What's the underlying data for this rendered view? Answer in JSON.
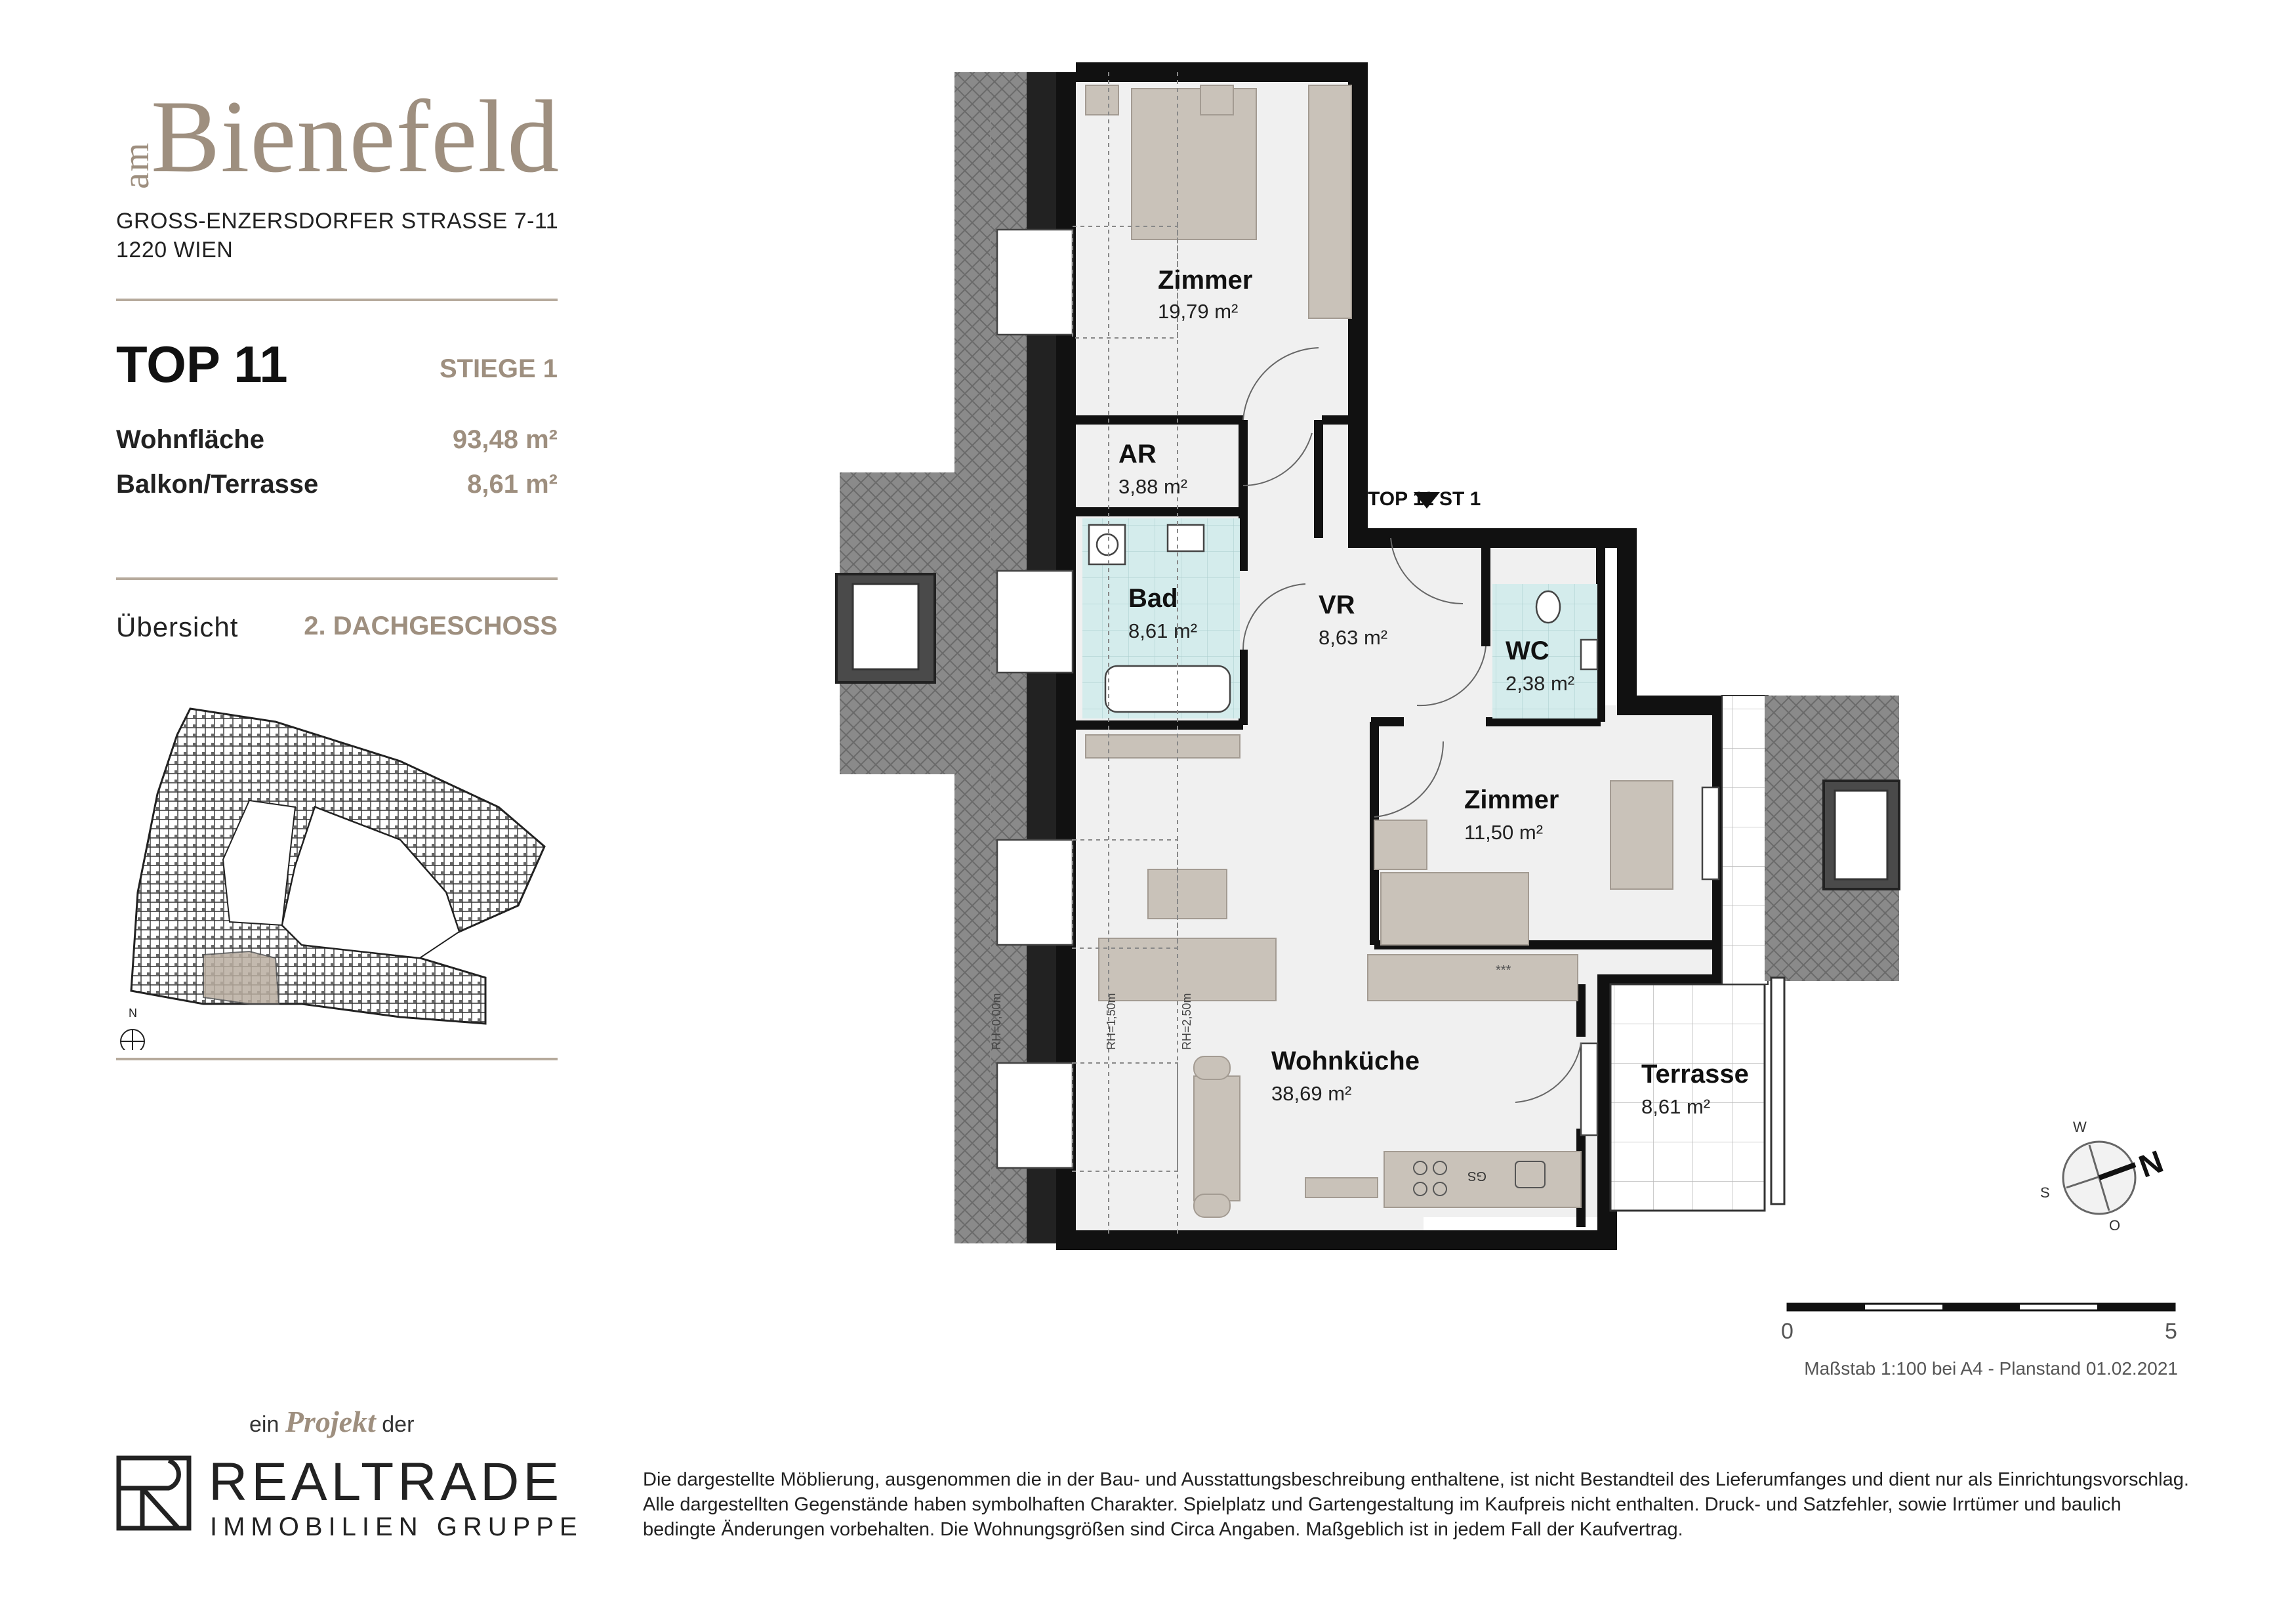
{
  "brand": {
    "prefix": "am",
    "name": "Bienefeld",
    "address_line1": "GROSS-ENZERSDORFER STRASSE 7-11",
    "address_line2": "1220 WIEN"
  },
  "unit": {
    "title": "TOP 11",
    "stair": "STIEGE 1",
    "living_area_label": "Wohnfläche",
    "living_area_value": "93,48 m²",
    "balcony_label": "Balkon/Terrasse",
    "balcony_value": "8,61 m²",
    "overview_label": "Übersicht",
    "overview_value": "2. DACHGESCHOSS"
  },
  "site_plan": {
    "north_label": "N"
  },
  "floor_plan": {
    "entrance_label": "TOP 11 ST 1",
    "rooms": [
      {
        "name": "Zimmer",
        "area": "19,79 m²"
      },
      {
        "name": "AR",
        "area": "3,88 m²"
      },
      {
        "name": "Bad",
        "area": "8,61 m²"
      },
      {
        "name": "VR",
        "area": "8,63 m²"
      },
      {
        "name": "WC",
        "area": "2,38 m²"
      },
      {
        "name": "Zimmer",
        "area": "11,50 m²"
      },
      {
        "name": "Wohnküche",
        "area": "38,69 m²"
      },
      {
        "name": "Terrasse",
        "area": "8,61 m²"
      }
    ],
    "room_heights": [
      "RH=0,00m",
      "RH=1,50m",
      "RH=2,50m"
    ],
    "appliance_label": "GS",
    "compass": {
      "north": "N",
      "west": "W",
      "south": "S",
      "east": "O"
    }
  },
  "scale": {
    "start": "0",
    "end": "5",
    "note": "Maßstab 1:100 bei A4 - Planstand 01.02.2021"
  },
  "footer": {
    "project_prefix": "ein",
    "project_word": "Projekt",
    "project_suffix": "der",
    "company_name": "REALTRADE",
    "company_sub": "IMMOBILIEN GRUPPE",
    "disclaimer": "Die dargestellte Möblierung, ausgenommen die in der Bau- und Ausstattungsbeschreibung enthaltene, ist nicht Bestandteil des Lieferumfanges und dient nur als Einrichtungsvorschlag. Alle dargestellten Gegenstände haben symbolhaften Charakter. Spielplatz und Gartengestaltung im Kaufpreis nicht enthalten. Druck- und Satzfehler, sowie Irrtümer und baulich bedingte Änderungen vorbehalten. Die Wohnungsgrößen sind Circa Angaben. Maßgeblich ist in jedem Fall der Kaufvertrag."
  },
  "colors": {
    "accent": "#9e8f7f",
    "wall": "#111111",
    "bath_tile": "#d4ecec",
    "furniture": "#c9c2b9"
  }
}
